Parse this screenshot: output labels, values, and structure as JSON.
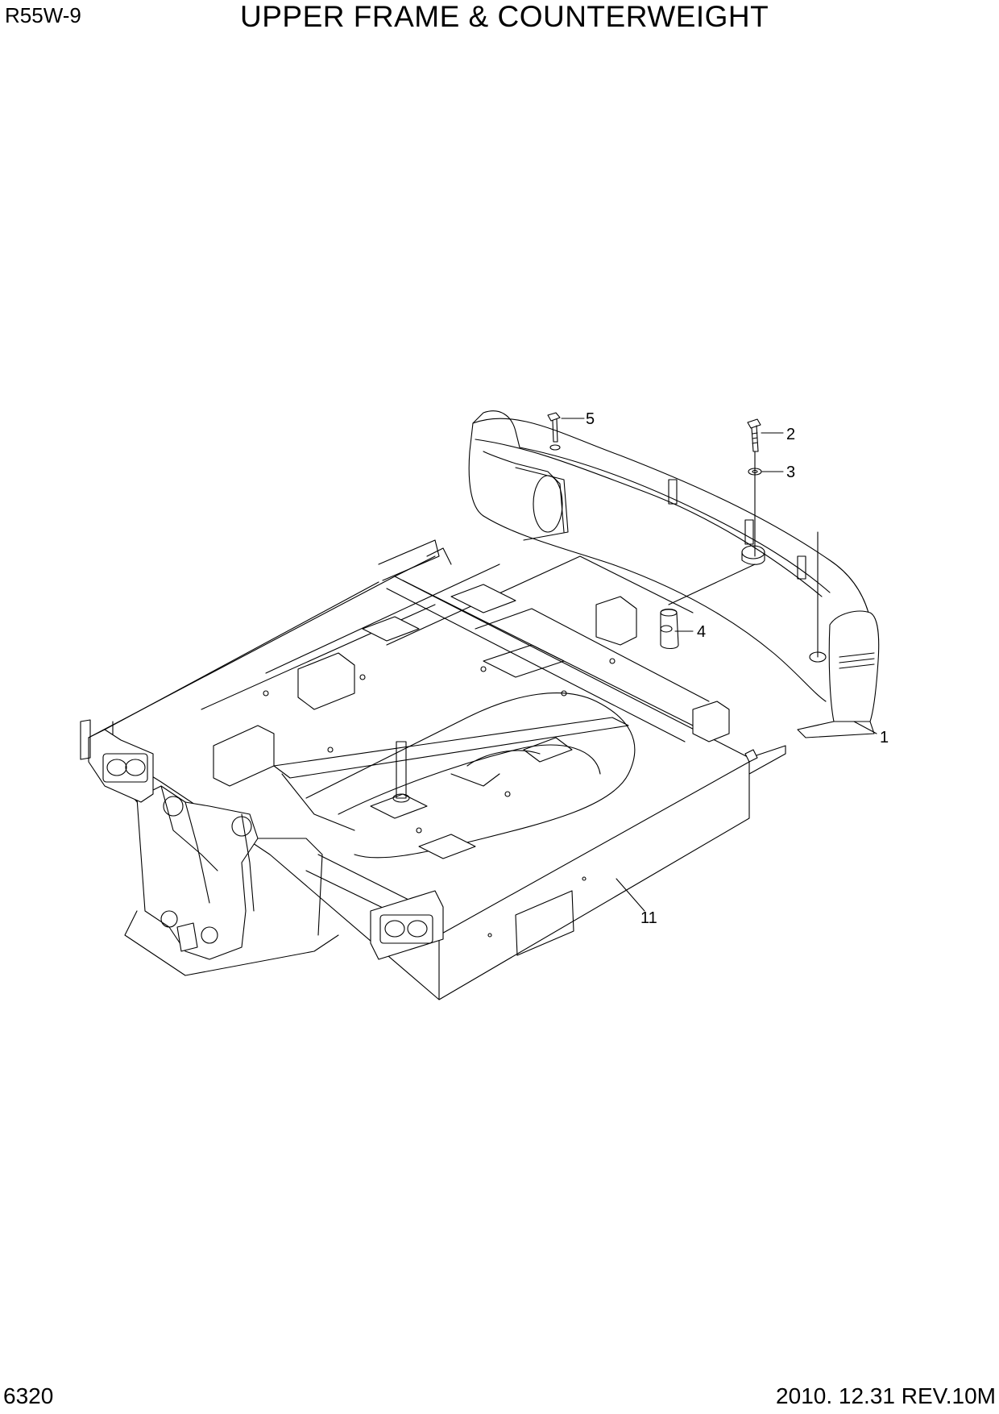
{
  "header": {
    "model": "R55W-9",
    "title": "UPPER FRAME & COUNTERWEIGHT"
  },
  "footer": {
    "page_number": "6320",
    "revision": "2010. 12.31 REV.10M"
  },
  "callouts": [
    "1",
    "2",
    "3",
    "4",
    "5",
    "11"
  ]
}
